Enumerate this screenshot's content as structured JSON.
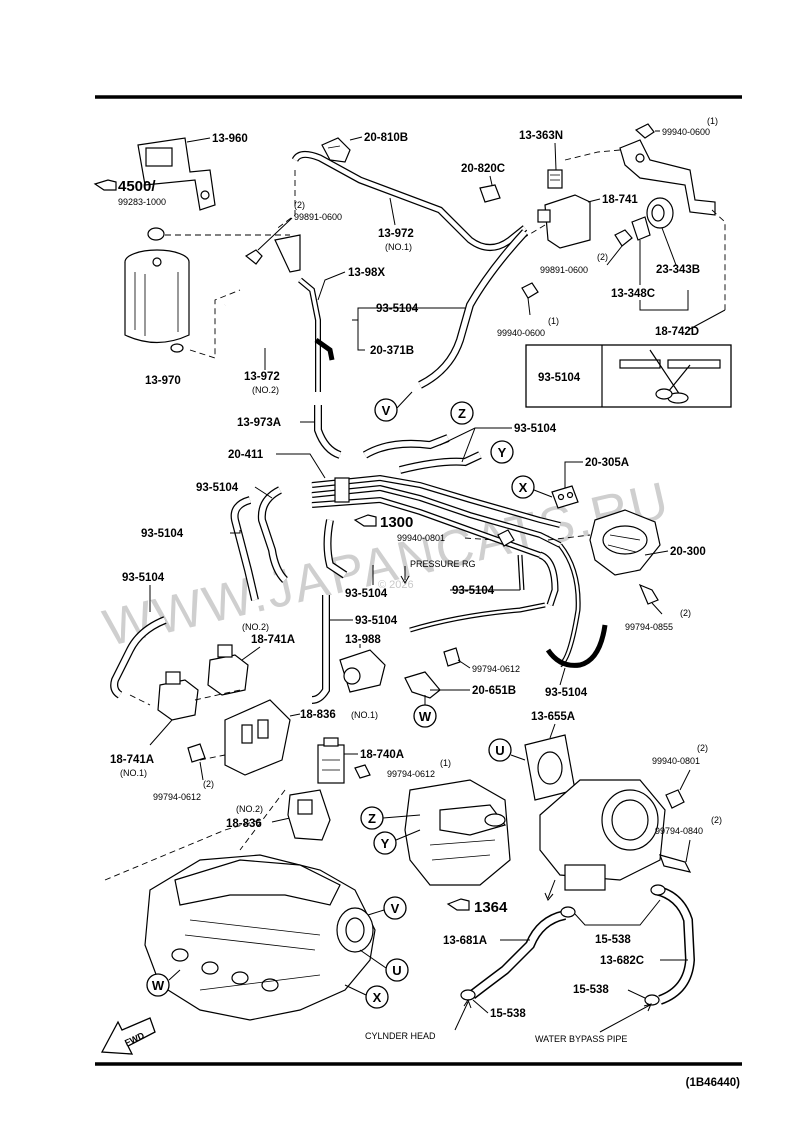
{
  "diagram_id": "(1B46440)",
  "watermark": "WWW.JAPANCATS.RU",
  "copyright": "© 2026",
  "labels": {
    "p13_960": "13-960",
    "p4500": "4500/",
    "p99283": "99283-1000",
    "p13_970": "13-970",
    "p20_810B": "20-810B",
    "p99891a": "99891-0600",
    "n2a": "(2)",
    "p13_972_no1": "13-972",
    "no1a": "(NO.1)",
    "p13_98X": "13-98X",
    "p20_820C": "20-820C",
    "p13_363N": "13-363N",
    "p18_741": "18-741",
    "n1a": "(1)",
    "p99940_0600a": "99940-0600",
    "n2b": "(2)",
    "p99891b": "99891-0600",
    "p23_343B": "23-343B",
    "p13_348C": "13-348C",
    "p18_742D": "18-742D",
    "p93_5104_a": "93-5104",
    "p20_371B": "20-371B",
    "n1b": "(1)",
    "p99940_0600b": "99940-0600",
    "p13_972_no2": "13-972",
    "no2a": "(NO.2)",
    "box_label": "93-5104",
    "p13_973A": "13-973A",
    "p93_5104_b": "93-5104",
    "p20_411": "20-411",
    "p20_305A": "20-305A",
    "p93_5104_c": "93-5104",
    "p93_5104_d": "93-5104",
    "p1300": "1300",
    "p99940_0801a": "99940-0801",
    "pressure_rg": "PRESSURE RG",
    "p20_300": "20-300",
    "p93_5104_e": "93-5104",
    "p93_5104_f": "93-5104",
    "p93_5104_g": "93-5104",
    "p93_5104_h": "93-5104",
    "n2c": "(2)",
    "p99794_0855": "99794-0855",
    "no2b": "(NO.2)",
    "p18_741A_no2": "18-741A",
    "p13_988": "13-988",
    "p99794_0612a": "99794-0612",
    "p20_651B": "20-651B",
    "p93_5104_i": "93-5104",
    "p18_836_no1": "18-836",
    "no1b": "(NO.1)",
    "p13_655A": "13-655A",
    "p18_741A_no1": "18-741A",
    "no1c": "(NO.1)",
    "p18_740A": "18-740A",
    "n1c": "(1)",
    "p99794_0612b": "99794-0612",
    "n2d": "(2)",
    "p99794_0612c": "99794-0612",
    "no2c": "(NO.2)",
    "p18_836_no2": "18-836",
    "n2e": "(2)",
    "p99940_0801b": "99940-0801",
    "n2f": "(2)",
    "p99794_0840": "99794-0840",
    "p1364": "1364",
    "p15_538a": "15-538",
    "p13_681A": "13-681A",
    "p13_682C": "13-682C",
    "p15_538b": "15-538",
    "p15_538c": "15-538",
    "cylinder_head": "CYLNDER HEAD",
    "water_bypass": "WATER BYPASS PIPE",
    "fwd": "FWD"
  },
  "callouts": {
    "V": "V",
    "Z": "Z",
    "Y": "Y",
    "X": "X",
    "W": "W",
    "U": "U"
  }
}
